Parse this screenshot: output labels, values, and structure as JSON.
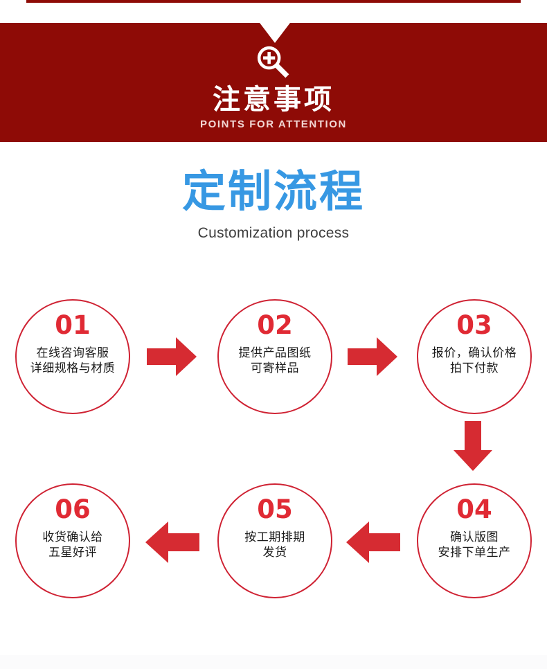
{
  "banner": {
    "icon": "magnifier-plus-icon",
    "title_cn": "注意事项",
    "title_en": "POINTS FOR ATTENTION",
    "background_color": "#8e0b06",
    "text_color": "#ffffff",
    "subtitle_color": "#f2d7d4"
  },
  "section": {
    "heading_cn": "定制流程",
    "heading_en": "Customization process",
    "heading_color": "#3798e3",
    "subheading_color": "#3d3d3d"
  },
  "flow": {
    "circle_border_color": "#cf2233",
    "number_color": "#e02a34",
    "text_color": "#1c1c1c",
    "arrow_color": "#d62b32",
    "steps": [
      {
        "number": "01",
        "text": "在线咨询客服\n详细规格与材质"
      },
      {
        "number": "02",
        "text": "提供产品图纸\n可寄样品"
      },
      {
        "number": "03",
        "text": "报价，确认价格\n拍下付款"
      },
      {
        "number": "04",
        "text": "确认版图\n安排下单生产"
      },
      {
        "number": "05",
        "text": "按工期排期\n发货"
      },
      {
        "number": "06",
        "text": "收货确认给\n五星好评"
      }
    ],
    "arrows": [
      {
        "name": "arrow-step1-to-step2",
        "direction": "right"
      },
      {
        "name": "arrow-step2-to-step3",
        "direction": "right"
      },
      {
        "name": "arrow-step3-to-step4",
        "direction": "down"
      },
      {
        "name": "arrow-step4-to-step5",
        "direction": "left"
      },
      {
        "name": "arrow-step5-to-step6",
        "direction": "left"
      }
    ]
  }
}
